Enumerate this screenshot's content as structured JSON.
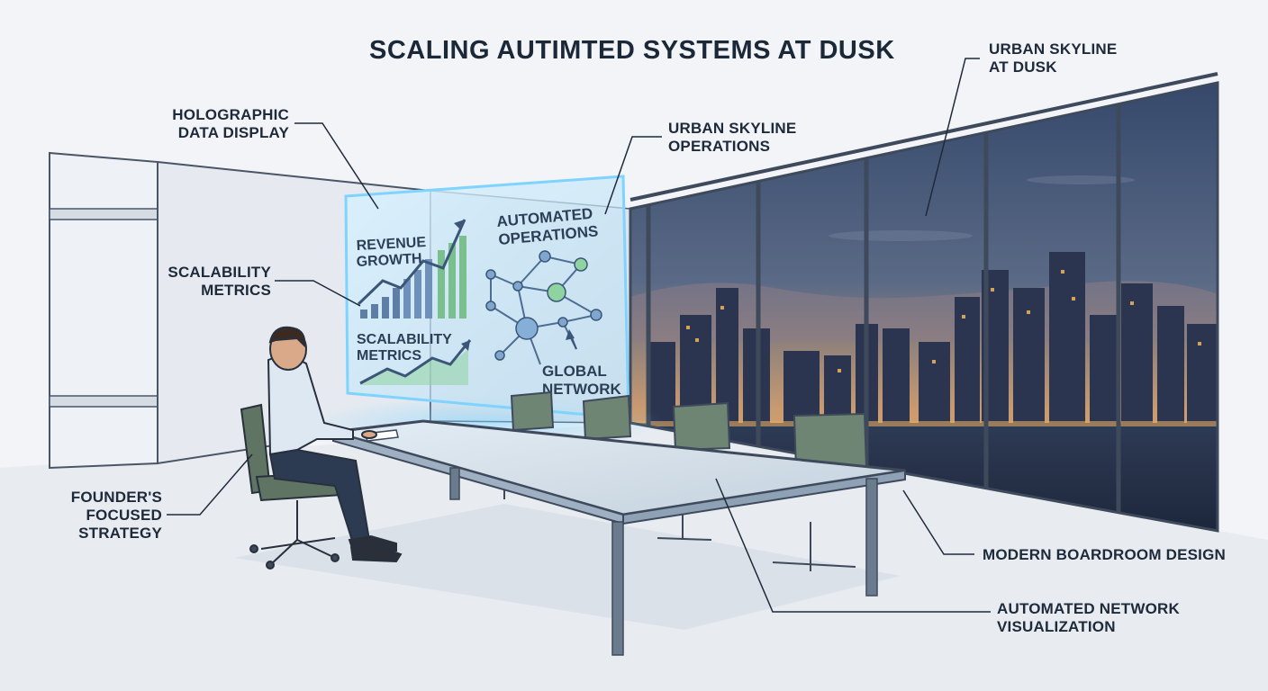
{
  "title": "SCALING AUTIMTED SYSTEMS AT DUSK",
  "labels": {
    "holographic_display": "HOLOGRAPHIC\nDATA DISPLAY",
    "scalability_metrics": "SCALABILITY\nMETRICS",
    "founder_strategy": "FOUNDER'S\nFOCUSED\nSTRATEGY",
    "skyline_operations": "URBAN SKYLINE\nOPERATIONS",
    "skyline_dusk": "URBAN SKYLINE\nAT DUSK",
    "boardroom_design": "MODERN BOARDROOM DESIGN",
    "network_visualization": "AUTOMATED NETWORK\nVISUALIZATION"
  },
  "hologram": {
    "revenue_line1": "REVENUE",
    "revenue_line2": "GROWTH",
    "automated_line1": "AUTOMATED",
    "automated_line2": "OPERATIONS",
    "scalability_line1": "SCALABILITY",
    "scalability_line2": "METRICS",
    "network_line1": "GLOBAL",
    "network_line2": "NETWORK"
  },
  "colors": {
    "sky_top": "#3b4d6e",
    "sky_horizon": "#e0a15e",
    "hologram_glow": "#7fd3ff",
    "ink": "#1e2a3a"
  }
}
